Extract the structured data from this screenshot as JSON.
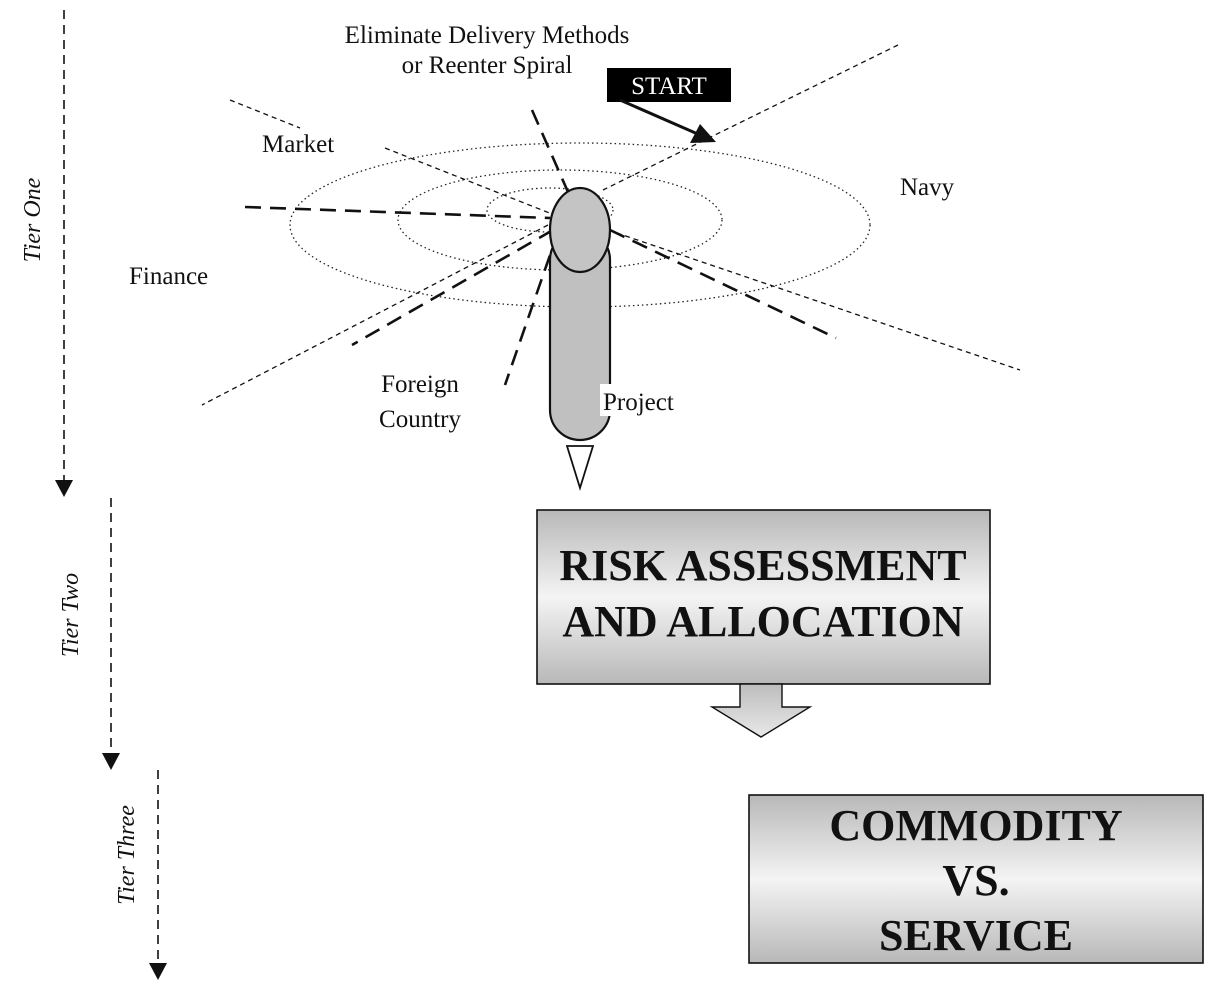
{
  "diagram": {
    "tiers": {
      "one": "Tier One",
      "two": "Tier Two",
      "three": "Tier Three"
    },
    "labels": {
      "eliminate_line1": "Eliminate Delivery Methods",
      "eliminate_line2": "or Reenter Spiral",
      "start": "START",
      "market": "Market",
      "navy": "Navy",
      "finance": "Finance",
      "foreign_line1": "Foreign",
      "foreign_line2": "Country",
      "project": "Project"
    },
    "boxes": {
      "risk_line1": "RISK ASSESSMENT",
      "risk_line2": "AND ALLOCATION",
      "commodity_line1": "COMMODITY",
      "commodity_line2": "VS.",
      "commodity_line3": "SERVICE"
    },
    "colors": {
      "start_bg": "#000000",
      "start_text": "#ffffff",
      "spindle_fill": "#c0c0c0",
      "box_light": "#f2f2f2",
      "box_dark": "#b4b4b4",
      "line": "#111111"
    }
  }
}
